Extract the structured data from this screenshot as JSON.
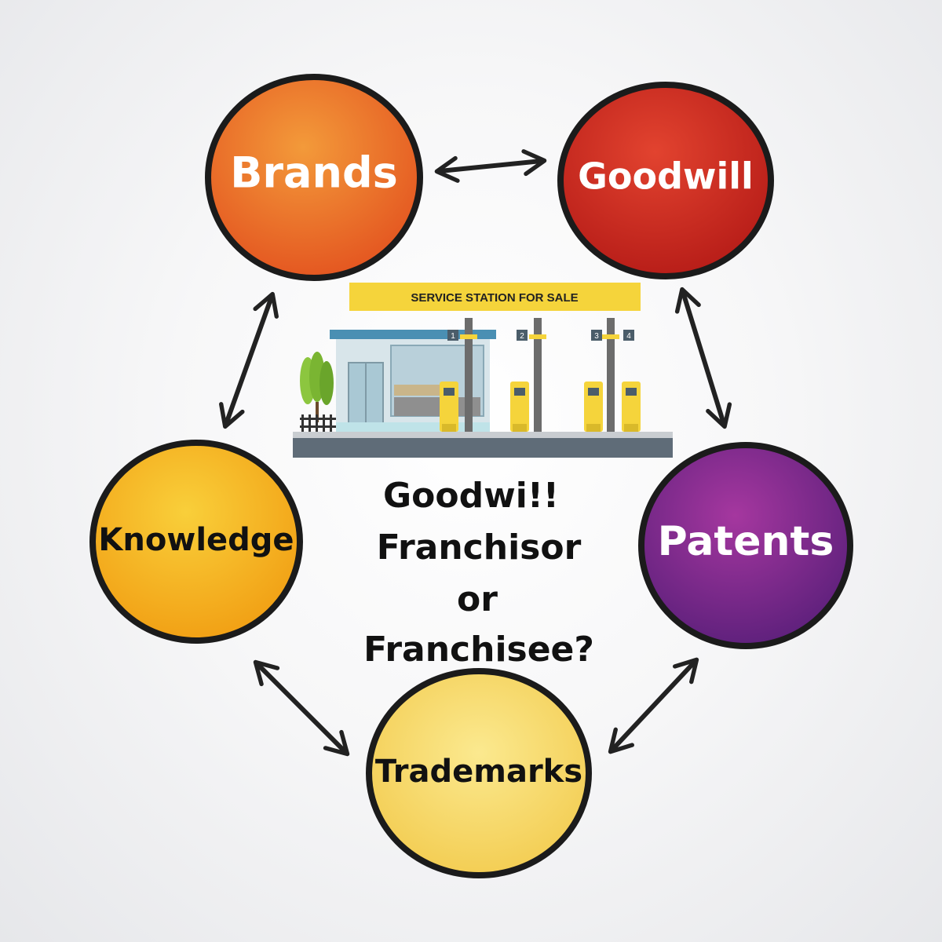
{
  "nodes": {
    "brands": {
      "label": "Brands",
      "color": "#e8622a"
    },
    "goodwill": {
      "label": "Goodwill",
      "color": "#c7231f"
    },
    "patents": {
      "label": "Patents",
      "color": "#7e2a8e"
    },
    "trademarks": {
      "label": "Trademarks",
      "color": "#f6d25e"
    },
    "knowledge": {
      "label": "Knowledge",
      "color": "#f5b21c"
    }
  },
  "station": {
    "banner": "SERVICE STATION FOR SALE",
    "pumps": [
      "1",
      "2",
      "3",
      "4"
    ]
  },
  "question": {
    "line1": "Goodwi!!",
    "line2": "Franchisor",
    "line3": "or",
    "line4": "Franchisee?"
  }
}
